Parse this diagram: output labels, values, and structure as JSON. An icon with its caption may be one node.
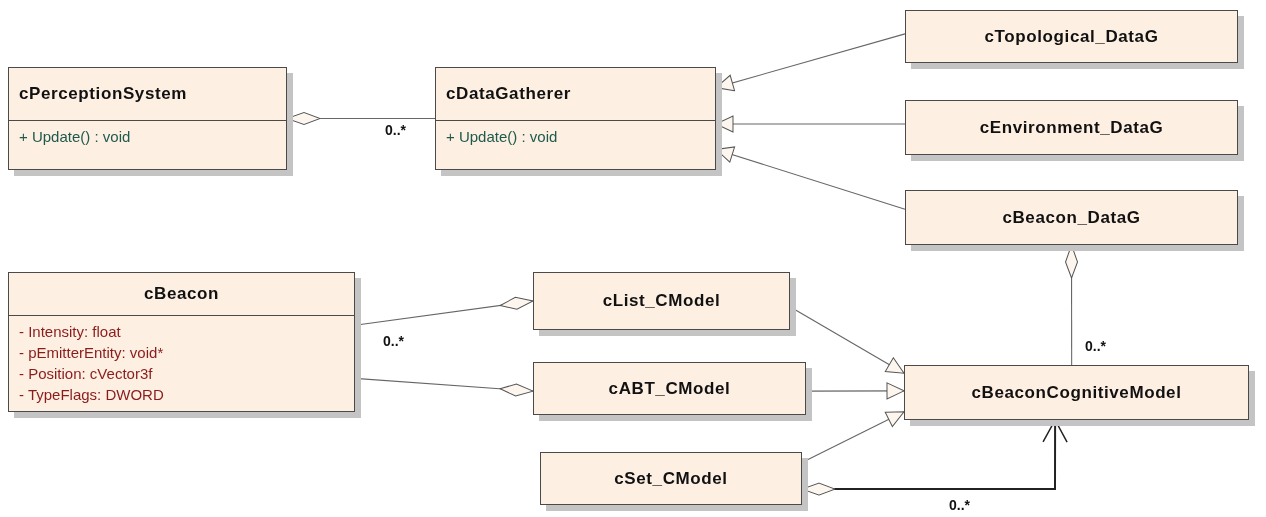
{
  "diagram": {
    "nodes": [
      {
        "text": [
          "cPerceptionSystem",
          "+ Update() : void"
        ]
      },
      {
        "text": [
          "cDataGatherer",
          "+ Update() : void"
        ]
      },
      {
        "text": [
          "cTopological_DataG"
        ]
      },
      {
        "text": [
          "cEnvironment_DataG"
        ]
      },
      {
        "text": [
          "cBeacon_DataG"
        ]
      },
      {
        "text": [
          "cBeacon",
          "- Intensity: float",
          "- pEmitterEntity: void*",
          "- Position: cVector3f",
          "- TypeFlags: DWORD"
        ]
      },
      {
        "text": [
          "cList_CModel"
        ]
      },
      {
        "text": [
          "cABT_CModel"
        ]
      },
      {
        "text": [
          "cSet_CModel"
        ]
      },
      {
        "text": [
          "cBeaconCognitiveModel"
        ]
      }
    ],
    "edges": [
      {
        "from": 0,
        "to": 1,
        "arrow": "other",
        "label": "0..*"
      },
      {
        "from": 2,
        "to": 1,
        "arrow": "to"
      },
      {
        "from": 3,
        "to": 1,
        "arrow": "to"
      },
      {
        "from": 4,
        "to": 1,
        "arrow": "to"
      },
      {
        "from": 4,
        "to": 9,
        "arrow": "other",
        "label": "0..*"
      },
      {
        "from": 6,
        "to": 5,
        "arrow": "other",
        "label": "0..*"
      },
      {
        "from": 7,
        "to": 5,
        "arrow": "other"
      },
      {
        "from": 6,
        "to": 9,
        "arrow": "to"
      },
      {
        "from": 7,
        "to": 9,
        "arrow": "to"
      },
      {
        "from": 8,
        "to": 9,
        "arrow": "to"
      },
      {
        "from": 8,
        "to": 9,
        "arrow": "to",
        "label": "0..*"
      }
    ]
  }
}
